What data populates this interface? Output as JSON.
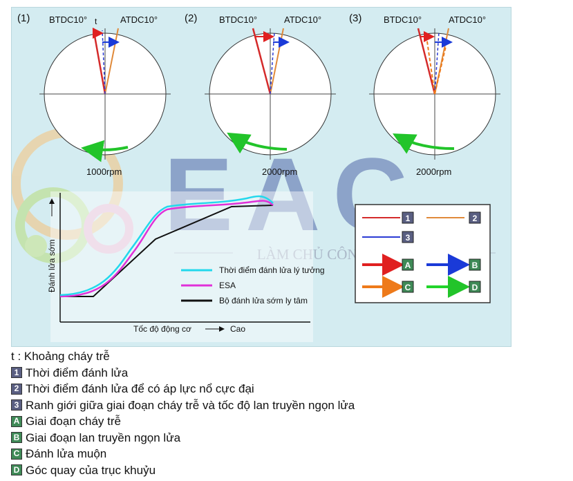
{
  "panels": [
    {
      "index_label": "(1)",
      "btdc_label": "BTDC10°",
      "atdc_label": "ATDC10°",
      "t_label": "t",
      "rpm_label": "1000rpm"
    },
    {
      "index_label": "(2)",
      "btdc_label": "BTDC10°",
      "atdc_label": "ATDC10°",
      "rpm_label": "2000rpm"
    },
    {
      "index_label": "(3)",
      "btdc_label": "BTDC10°",
      "atdc_label": "ATDC10°",
      "rpm_label": "2000rpm"
    }
  ],
  "graph": {
    "ylabel": "Đánh lửa sớm",
    "xlabel": "Tốc độ động cơ",
    "xlabel_end": "Cao",
    "legend": [
      {
        "label": "Thời điểm đánh lửa lý tưởng",
        "color": "#22d8ec"
      },
      {
        "label": "ESA",
        "color": "#e030d8"
      },
      {
        "label": "Bộ đánh lửa sớm ly tâm",
        "color": "#111111"
      }
    ]
  },
  "key_box": {
    "items": [
      {
        "badge": "1",
        "color": "#d42a2a",
        "kind": "line"
      },
      {
        "badge": "2",
        "color": "#e08a3a",
        "kind": "line"
      },
      {
        "badge": "3",
        "color": "#2a3ad4",
        "kind": "line"
      },
      {
        "badge": "A",
        "color": "#e02020",
        "kind": "arrow"
      },
      {
        "badge": "B",
        "color": "#1a3ad8",
        "kind": "arrow"
      },
      {
        "badge": "C",
        "color": "#ee7a1a",
        "kind": "arrow"
      },
      {
        "badge": "D",
        "color": "#22d42a",
        "kind": "arrow"
      }
    ]
  },
  "watermark": {
    "letters": "EAC",
    "tagline": "LÀM CHỦ CÔNG NGHỆ"
  },
  "legend_list": [
    {
      "badge": "",
      "text": "t : Khoảng cháy trễ"
    },
    {
      "badge": "1",
      "text": "Thời điểm đánh lửa"
    },
    {
      "badge": "2",
      "text": "Thời điểm đánh lửa để có áp lực nổ cực đại"
    },
    {
      "badge": "3",
      "text": "Ranh giới giữa giai đoạn cháy trễ và tốc độ lan truyền ngọn lửa"
    },
    {
      "badge": "A",
      "text": "Giai đoạn cháy trễ"
    },
    {
      "badge": "B",
      "text": "Giai đoạn lan truyền ngọn lửa"
    },
    {
      "badge": "C",
      "text": "Đánh lửa muộn"
    },
    {
      "badge": "D",
      "text": "Góc quay của trục khuỷu"
    }
  ]
}
